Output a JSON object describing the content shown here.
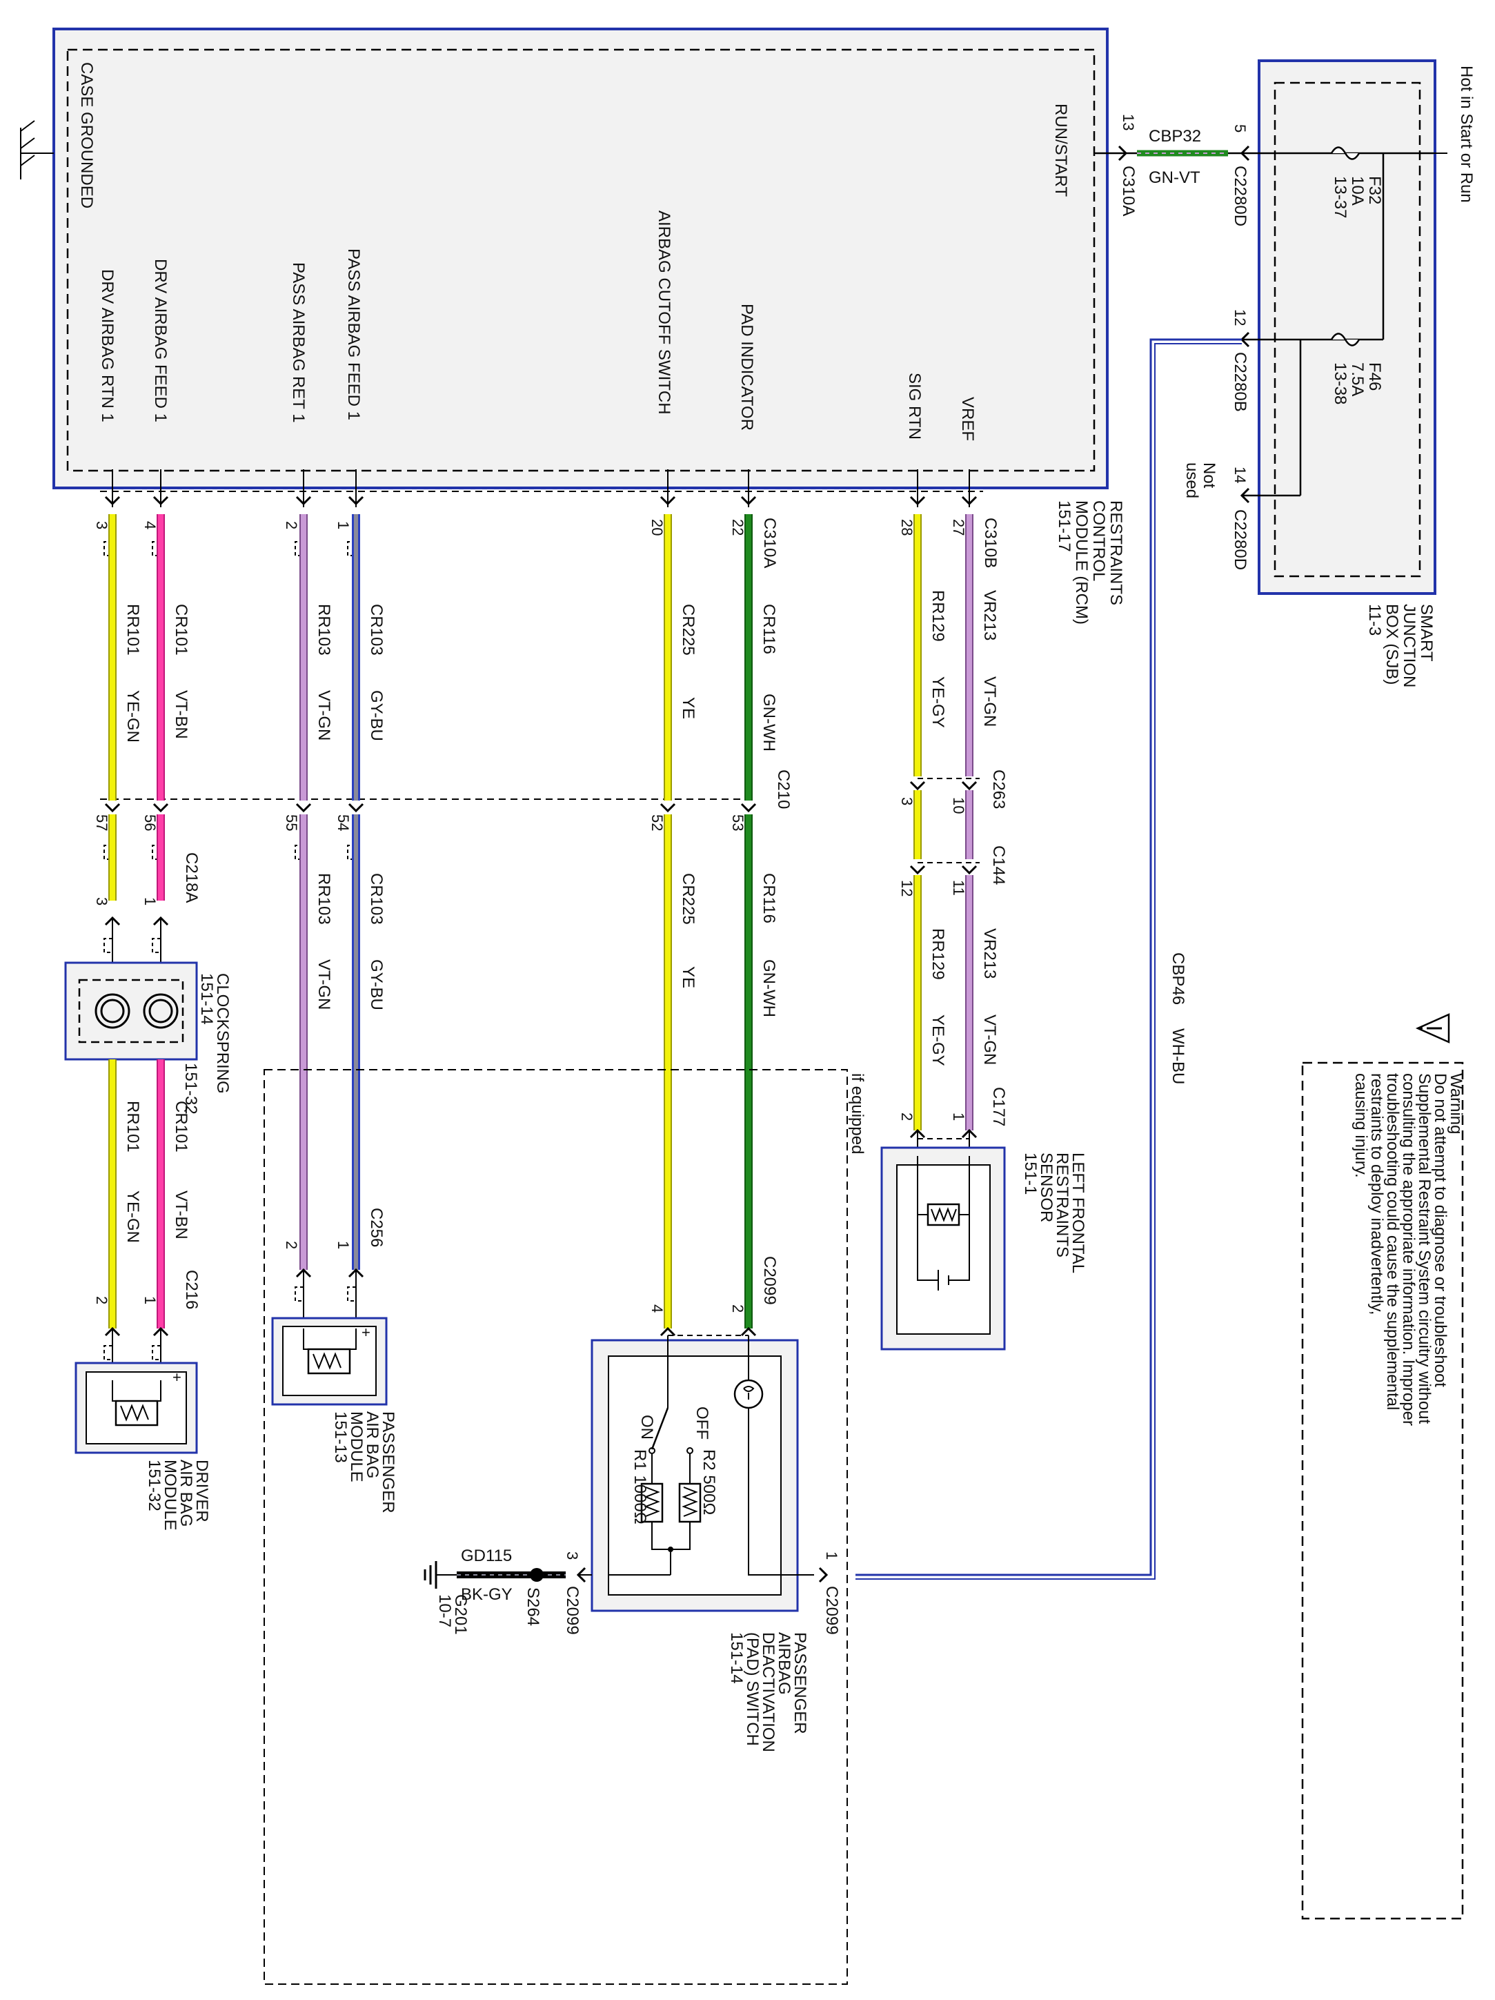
{
  "colors": {
    "box_border": "#2233aa",
    "box_fill": "#f2f2f2",
    "signal_wire": "#2233aa",
    "ye": "#f2f20a",
    "ye_trace": "#9a9a00",
    "vt": "#c99ad6",
    "pink": "#ff3fa8",
    "gn": "#1f8a1f",
    "gy": "#8a8a9a",
    "bu": "#2a3fc0",
    "black": "#000000"
  },
  "rcm": {
    "title": [
      "RESTRAINTS",
      "CONTROL",
      "MODULE (RCM)",
      "151-17"
    ],
    "case_grounded": "CASE GROUNDED",
    "run_start": "RUN/START",
    "pins": {
      "drv_rtn": "DRV AIRBAG RTN 1",
      "drv_feed": "DRV AIRBAG FEED 1",
      "pass_ret": "PASS AIRBAG RET 1",
      "pass_feed": "PASS AIRBAG FEED 1",
      "cutoff": "AIRBAG CUTOFF SWITCH",
      "pad_ind": "PAD INDICATOR",
      "sig_rtn": "SIG RTN",
      "vref": "VREF"
    }
  },
  "sjb": {
    "title": [
      "SMART",
      "JUNCTION",
      "BOX (SJB)",
      "11-3"
    ],
    "hot": "Hot in Start or Run",
    "f32": [
      "F32",
      "10A",
      "13-37"
    ],
    "f46": [
      "F46",
      "7.5A",
      "13-38"
    ],
    "not_used": [
      "Not",
      "used"
    ]
  },
  "connectors": {
    "c310a": "C310A",
    "c310b": "C310B",
    "c2280d": "C2280D",
    "c2280b": "C2280B",
    "c210": "C210",
    "c263": "C263",
    "c144": "C144",
    "c177": "C177",
    "c218a": "C218A",
    "c216": "C216",
    "c256": "C256",
    "c2099": "C2099"
  },
  "pin_numbers": {
    "p13": "13",
    "p5": "5",
    "p12": "12",
    "p14": "14",
    "p3": "3",
    "p4": "4",
    "p2": "2",
    "p1": "1",
    "p20": "20",
    "p22": "22",
    "p28": "28",
    "p27": "27",
    "p57": "57",
    "p56": "56",
    "p55": "55",
    "p54": "54",
    "p52": "52",
    "p53": "53",
    "p10": "10",
    "p11": "11",
    "p12b": "12"
  },
  "wires": {
    "cbp32": "CBP32",
    "gn_vt": "GN-VT",
    "cbp46": "CBP46",
    "wh_bu": "WH-BU",
    "cr101": "CR101",
    "vt_bn": "VT-BN",
    "rr101": "RR101",
    "ye_gn": "YE-GN",
    "cr103": "CR103",
    "gy_bu": "GY-BU",
    "rr103": "RR103",
    "vt_gn": "VT-GN",
    "cr225": "CR225",
    "ye": "YE",
    "cr116": "CR116",
    "gn_wh": "GN-WH",
    "rr129": "RR129",
    "ye_gy": "YE-GY",
    "vr213": "VR213",
    "gd115": "GD115",
    "bk_gy": "BK-GY"
  },
  "components": {
    "clockspring": [
      "CLOCKSPRING",
      "151-14",
      "151-32"
    ],
    "lfrs": [
      "LEFT FRONTAL",
      "RESTRAINTS",
      "SENSOR",
      "151-1"
    ],
    "pass_module": [
      "PASSENGER",
      "AIR BAG",
      "MODULE",
      "151-13"
    ],
    "drv_module": [
      "DRIVER",
      "AIR BAG",
      "MODULE",
      "151-32"
    ],
    "pad": [
      "PASSENGER",
      "AIRBAG",
      "DEACTIVATION",
      "(PAD) SWITCH",
      "151-14"
    ],
    "off": "OFF",
    "on": "ON",
    "r2": "R2 500Ω",
    "r1": "R1 1000Ω",
    "s264": "S264",
    "g201": [
      "G201",
      "10-7"
    ],
    "if_equipped": "if equipped"
  },
  "warning": {
    "title": "Warning",
    "lines": [
      "Do not attempt to diagnose or troubleshoot",
      "Supplemental Restraint System circuitry without",
      "consulting the appropriate information. Improper",
      "troubleshooting could cause the supplemental",
      "restraints to deploy inadvertently,",
      "causing injury."
    ]
  }
}
